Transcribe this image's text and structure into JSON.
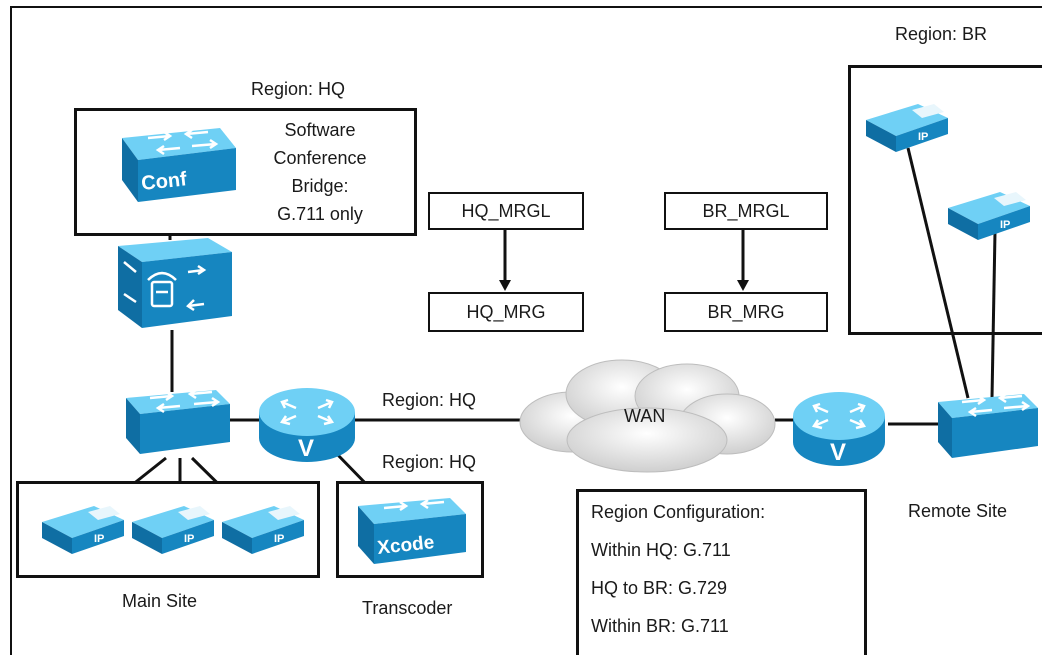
{
  "regions": {
    "hq_top": "Region: HQ",
    "br_top": "Region: BR",
    "hq_link_router": "Region: HQ",
    "hq_link_xcode": "Region: HQ"
  },
  "conference_bridge": {
    "icon_label": "Conf",
    "text_lines": [
      "Software",
      "Conference",
      "Bridge:",
      "G.711 only"
    ]
  },
  "media_resources": {
    "hq_mrgl": "HQ_MRGL",
    "hq_mrg": "HQ_MRG",
    "br_mrgl": "BR_MRGL",
    "br_mrg": "BR_MRG"
  },
  "cloud_label": "WAN",
  "router_label": "V",
  "transcoder": {
    "icon_label": "Xcode",
    "caption": "Transcoder"
  },
  "phone_label": "IP",
  "sites": {
    "main": "Main Site",
    "remote": "Remote Site"
  },
  "region_configuration": {
    "title": "Region Configuration:",
    "lines": [
      "Within HQ: G.711",
      "HQ to BR: G.729",
      "Within BR: G.711"
    ]
  },
  "colors": {
    "device_blue": "#1f9fd8",
    "device_dark": "#0d6e9e",
    "device_light": "#5cc6f0",
    "line": "#111111",
    "cloud": "#e6e6e6"
  }
}
